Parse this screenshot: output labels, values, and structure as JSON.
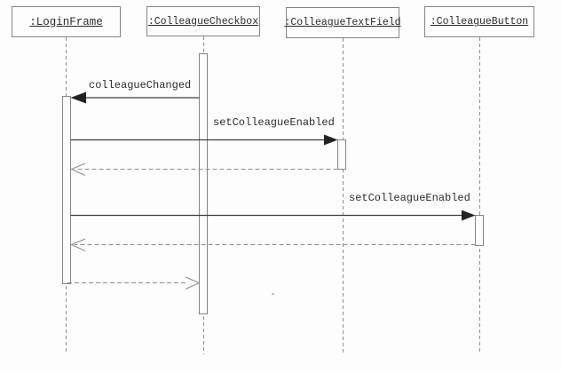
{
  "diagram": {
    "type": "uml-sequence-diagram",
    "actors": [
      {
        "label": ":LoginFrame"
      },
      {
        "label": ":ColleagueCheckbox"
      },
      {
        "label": ":ColleagueTextField"
      },
      {
        "label": ":ColleagueButton"
      }
    ],
    "messages": [
      {
        "label": "colleagueChanged",
        "kind": "sync-call",
        "from": ":ColleagueCheckbox",
        "to": ":LoginFrame"
      },
      {
        "label": "setColleagueEnabled",
        "kind": "sync-call",
        "from": ":LoginFrame",
        "to": ":ColleagueTextField"
      },
      {
        "label": "",
        "kind": "return",
        "from": ":ColleagueTextField",
        "to": ":LoginFrame"
      },
      {
        "label": "setColleagueEnabled",
        "kind": "sync-call",
        "from": ":LoginFrame",
        "to": ":ColleagueButton"
      },
      {
        "label": "",
        "kind": "return",
        "from": ":ColleagueButton",
        "to": ":LoginFrame"
      },
      {
        "label": "",
        "kind": "return",
        "from": ":LoginFrame",
        "to": ":ColleagueCheckbox"
      }
    ],
    "colors": {
      "background": "#fdfdfd",
      "box_border": "#858585",
      "text": "#2b2b2b",
      "solid_arrow": "#3e3e3e",
      "dashed_line": "#8e8e8e",
      "arrow_head_fill": "#222222"
    }
  }
}
